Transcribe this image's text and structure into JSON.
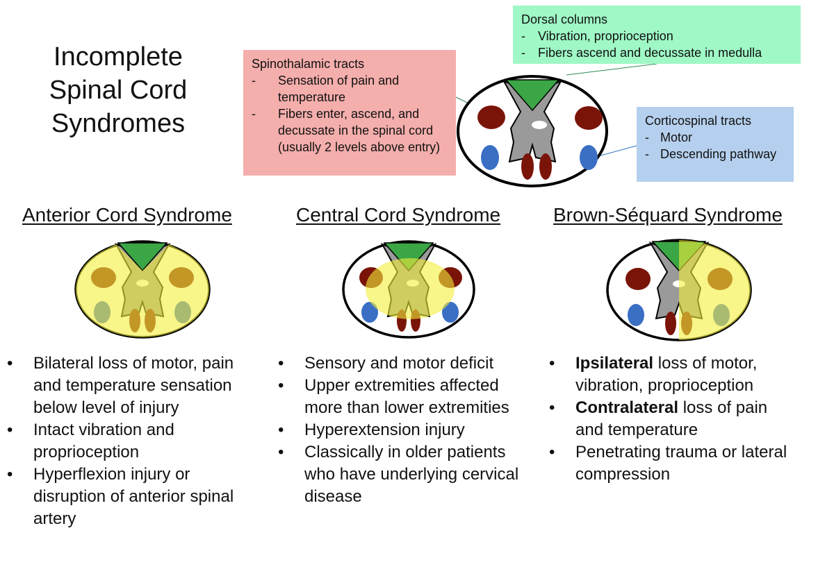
{
  "title": {
    "line1": "Incomplete",
    "line2": "Spinal Cord",
    "line3": "Syndromes"
  },
  "labels": {
    "spinothalamic": {
      "title": "Spinothalamic tracts",
      "items": [
        "Sensation of pain and temperature",
        "Fibers enter, ascend, and decussate in the spinal cord (usually 2 levels above entry)"
      ]
    },
    "dorsal": {
      "title": "Dorsal columns",
      "items": [
        "Vibration, proprioception",
        "Fibers ascend and decussate in medulla"
      ]
    },
    "corticospinal": {
      "title": "Corticospinal tracts",
      "items": [
        "Motor",
        "Descending pathway"
      ]
    }
  },
  "syndromes": {
    "anterior": {
      "heading": "Anterior Cord Syndrome",
      "bullets": [
        "Bilateral loss of motor, pain and temperature sensation below level of injury",
        "Intact vibration and proprioception",
        "Hyperflexion injury or disruption of anterior spinal artery"
      ]
    },
    "central": {
      "heading": "Central Cord Syndrome",
      "bullets": [
        "Sensory and motor deficit",
        "Upper extremities affected more than lower extremities",
        "Hyperextension injury",
        "Classically in older patients who have underlying cervical disease"
      ]
    },
    "brown": {
      "heading": "Brown-Séquard Syndrome",
      "b1_bold": "Ipsilateral",
      "b1_rest": " loss of motor, vibration, proprioception",
      "b2_bold": "Contralateral",
      "b2_rest": " loss of pain and temperature",
      "b3": "Penetrating trauma or lateral compression"
    }
  },
  "colors": {
    "spinothalamic_box": "#f4aeac",
    "dorsal_box": "#9ff8c6",
    "corticospinal_box": "#b5d0ee",
    "dorsal_column": "#3aa646",
    "gray_matter": "#9a9a9a",
    "spinothalamic_tract": "#7a1408",
    "corticospinal_tract": "#3a6fc4",
    "lesion": "#f3ee3a"
  }
}
